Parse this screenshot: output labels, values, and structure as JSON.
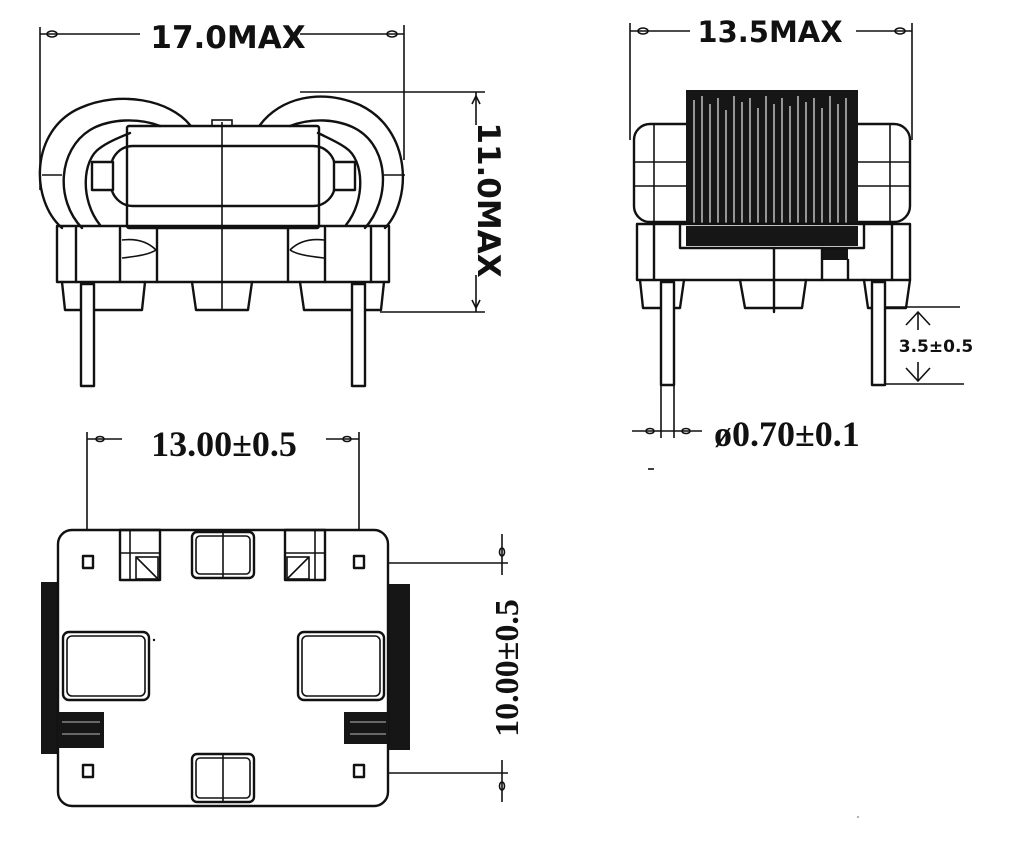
{
  "views": {
    "front": {
      "width_label": "17.0MAX",
      "height_label": "11.0MAX"
    },
    "side": {
      "width_label": "13.5MAX",
      "pin_length_label": "3.5±0.5",
      "pin_diameter_label": "ø0.70±0.1"
    },
    "bottom": {
      "pin_spacing_x_label": "13.00±0.5",
      "pin_spacing_y_label": "10.00±0.5"
    }
  },
  "colors": {
    "line": "#111111",
    "background": "#ffffff"
  }
}
